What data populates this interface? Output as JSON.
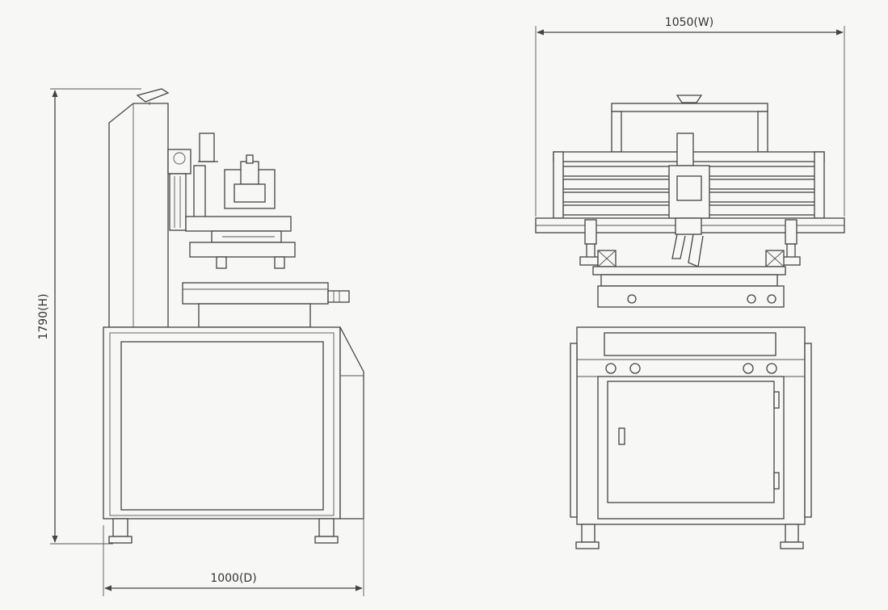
{
  "dimensions": {
    "height_label": "1790(H)",
    "depth_label": "1000(D)",
    "width_label": "1050(W)"
  },
  "colors": {
    "background": "#f7f7f5",
    "line": "#444444"
  }
}
